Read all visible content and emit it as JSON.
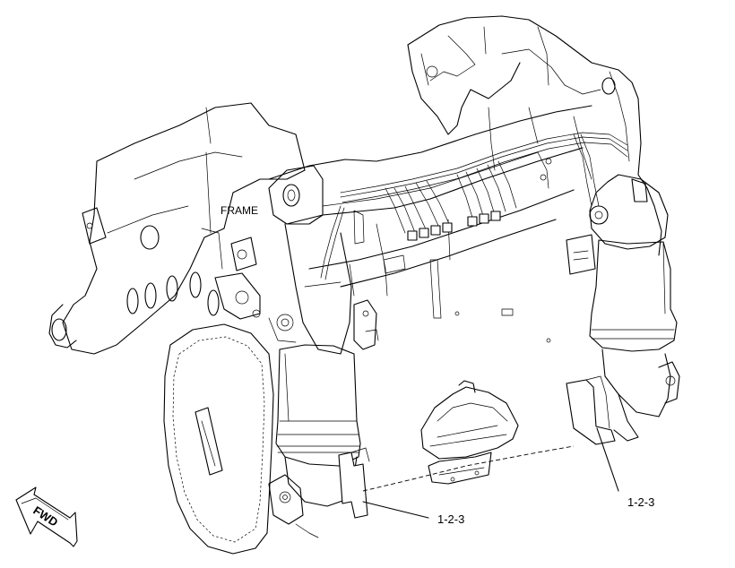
{
  "labels": {
    "frame": "FRAME",
    "callout_right": "1-2-3",
    "callout_bottom": "1-2-3",
    "direction": "FWD"
  },
  "icons": {
    "direction_arrow": "forward-arrow-icon"
  }
}
